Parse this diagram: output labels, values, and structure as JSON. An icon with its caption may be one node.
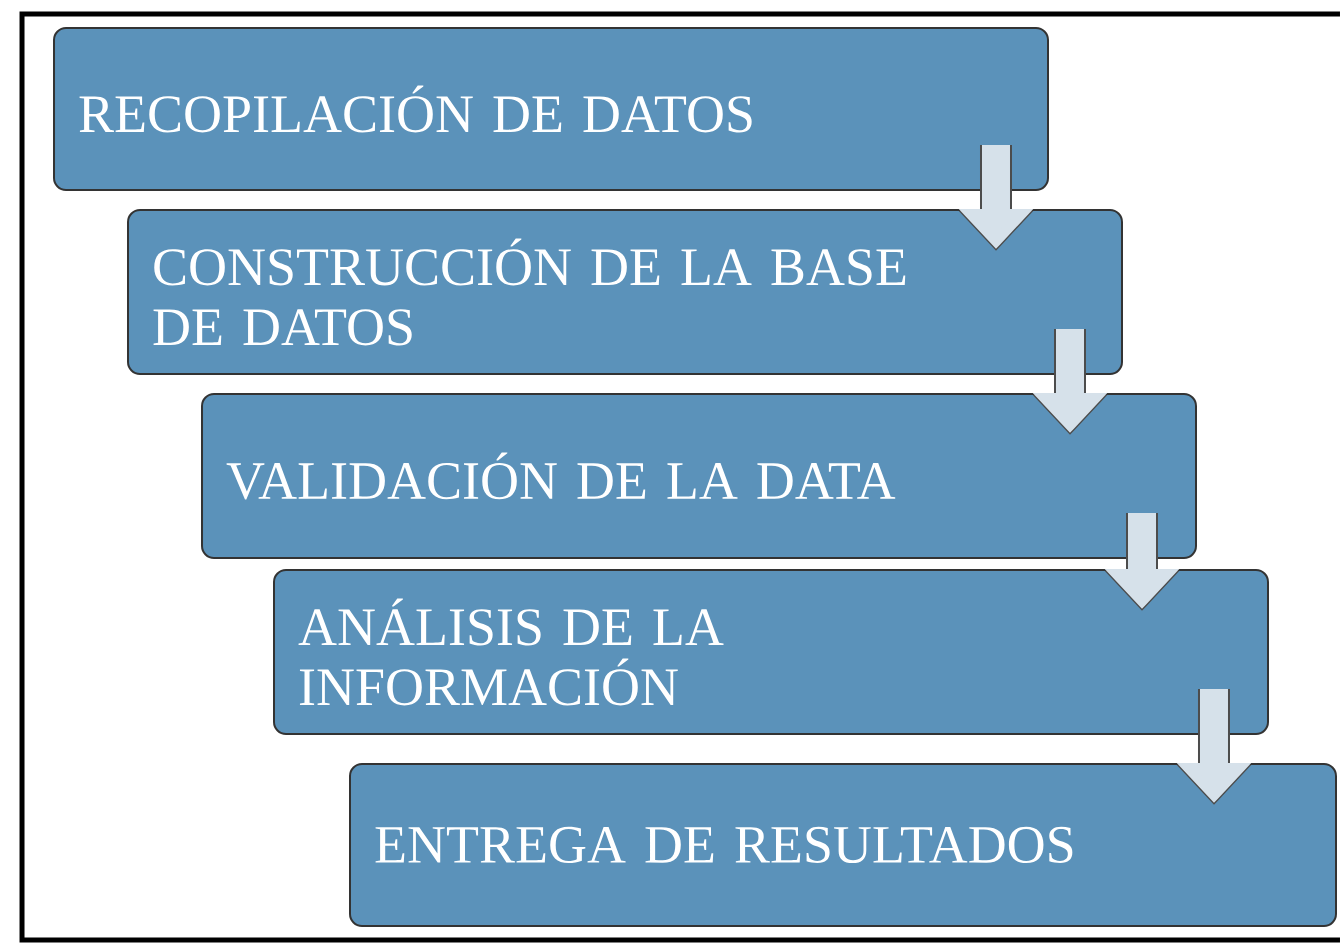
{
  "diagram": {
    "nodes": [
      {
        "text": [
          "RECOPILACIÓN DE DATOS"
        ]
      },
      {
        "text": [
          "CONSTRUCCIÓN DE LA BASE DE DATOS"
        ]
      },
      {
        "text": [
          "VALIDACIÓN DE LA DATA"
        ]
      },
      {
        "text": [
          "ANÁLISIS DE LA INFORMACIÓN"
        ]
      },
      {
        "text": [
          "ENTREGA DE RESULTADOS"
        ]
      }
    ],
    "edges": [
      {
        "from": 0,
        "to": 1,
        "arrow": "to"
      },
      {
        "from": 1,
        "to": 2,
        "arrow": "to"
      },
      {
        "from": 2,
        "to": 3,
        "arrow": "to"
      },
      {
        "from": 3,
        "to": 4,
        "arrow": "to"
      }
    ]
  }
}
